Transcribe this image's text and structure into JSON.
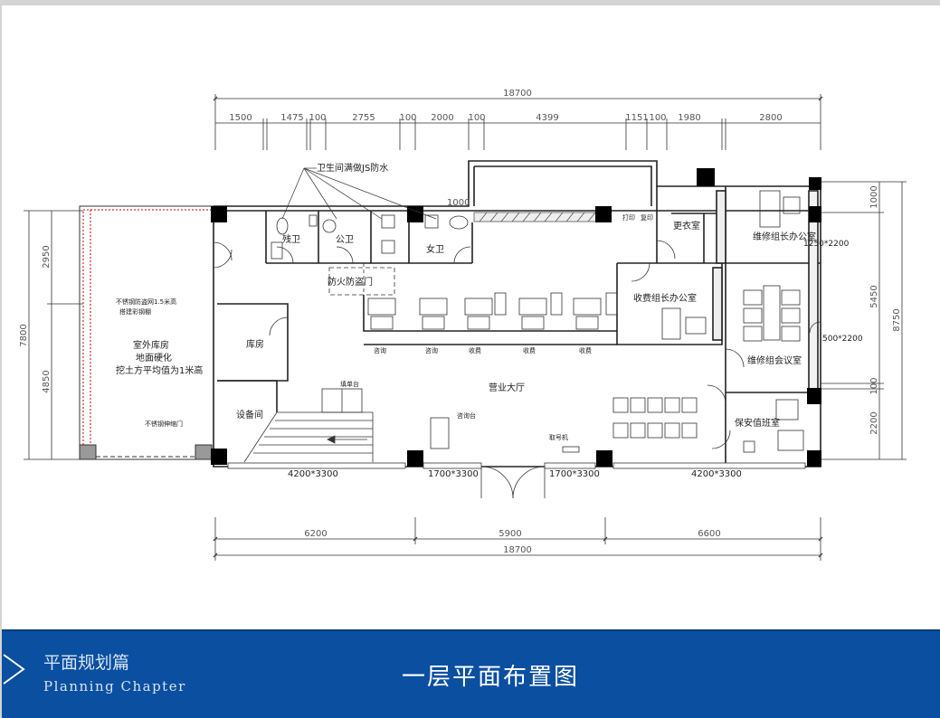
{
  "dimensions": {
    "top_total": "18700",
    "top_segments": [
      "1500",
      "1475",
      "100",
      "2755",
      "100",
      "2000",
      "100",
      "4399",
      "1151",
      "100",
      "1980",
      "2800"
    ],
    "bottom_segments": [
      "6200",
      "5900",
      "6600"
    ],
    "bottom_total": "18700",
    "left_total": "7800",
    "left_segments": [
      "2950",
      "4850"
    ],
    "right_total": "8750",
    "right_segments": [
      "1000",
      "5450",
      "100",
      "2200"
    ]
  },
  "annotations": {
    "waterproof_note": "卫生间满做JS防水",
    "mid_dim": "1000",
    "net_note_1": "不锈钢防盗网1.5米高",
    "net_note_2": "搭建彩钢棚",
    "gate_note": "不锈钢伸缩门",
    "fire_door": "防火防盗门",
    "print": "打印",
    "copy": "复印",
    "fill_desk": "填单台",
    "info_desk": "咨询台",
    "ticket_machine": "取号机",
    "win_upper_right": "1250*2200",
    "win_right_mid": "500*2200",
    "win_bottom_1": "4200*3300",
    "win_bottom_2": "1700*3300",
    "win_bottom_3": "1700*3300",
    "win_bottom_4": "4200*3300"
  },
  "counters": [
    "咨询",
    "咨询",
    "收费",
    "收费",
    "收费"
  ],
  "rooms": {
    "disabled_wc": "残卫",
    "public_wc": "公卫",
    "female_wc": "女卫",
    "outdoor_store_1": "室外库房",
    "outdoor_store_2": "地面硬化",
    "outdoor_store_3": "挖土方平均值为1米高",
    "storage": "库房",
    "equipment": "设备间",
    "hall": "营业大厅",
    "locker": "更衣室",
    "repair_leader": "维修组长办公室",
    "fee_leader": "收费组长办公室",
    "meeting": "维修组会议室",
    "security": "保安值班室"
  },
  "footer": {
    "chapter_cn": "平面规划篇",
    "chapter_en": "Planning Chapter",
    "title": "一层平面布置图"
  }
}
